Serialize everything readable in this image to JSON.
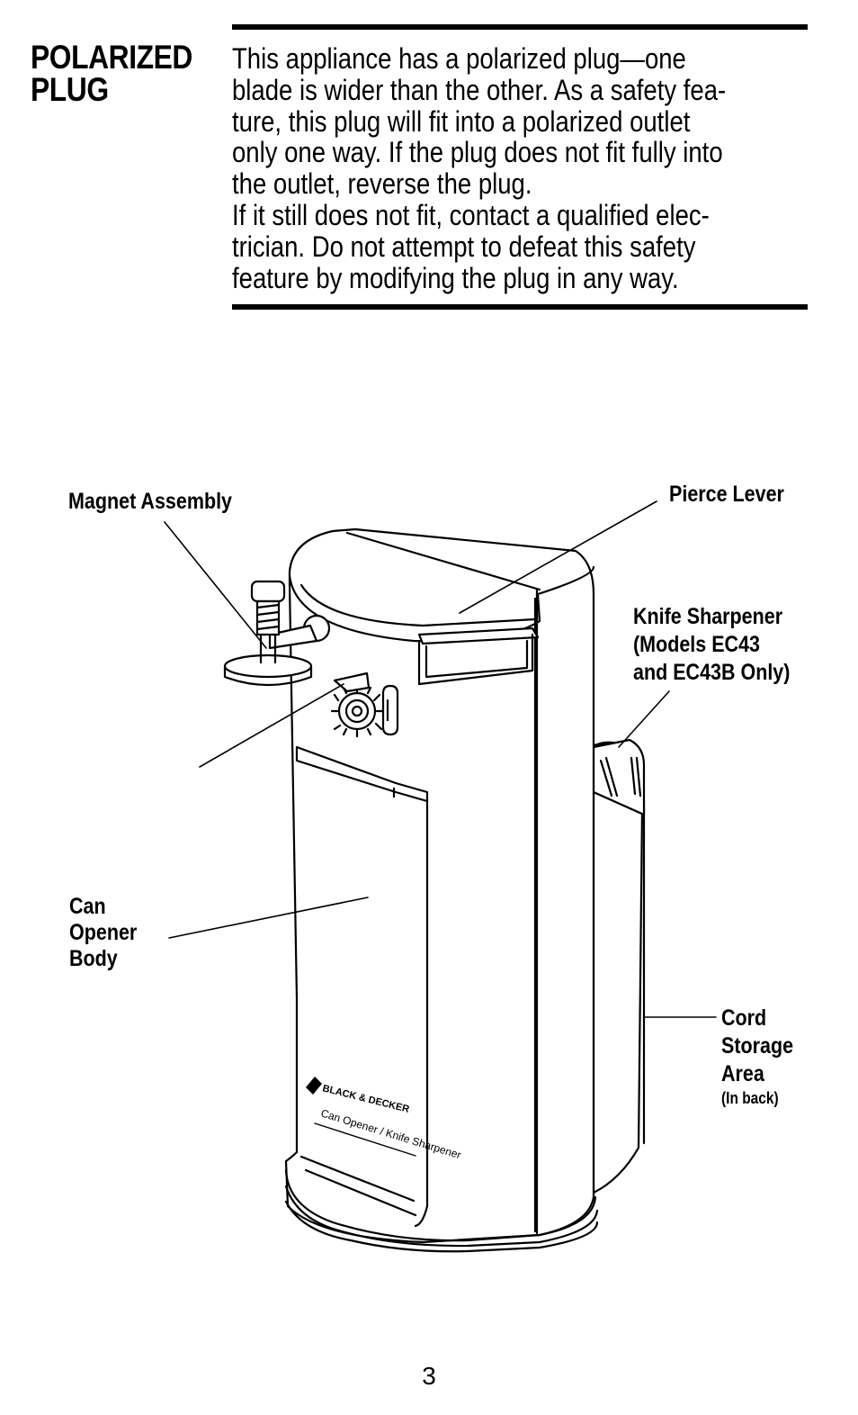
{
  "section": {
    "heading": [
      "POLARIZED",
      "PLUG"
    ],
    "body_lines": [
      "This appliance has a polarized plug—one",
      "blade is wider than the other. As a safety fea-",
      "ture, this plug will fit into a polarized outlet",
      "only one way. If the plug does not fit fully into",
      "the outlet, reverse the plug.",
      "If it still does not fit, contact a qualified elec-",
      "trician. Do not attempt to defeat this safety",
      "feature by modifying the plug in any way."
    ]
  },
  "diagram": {
    "labels": {
      "magnet_assembly": "Magnet Assembly",
      "pierce_lever": "Pierce Lever",
      "knife_sharpener": [
        "Knife Sharpener",
        "(Models EC43",
        "and EC43B Only)"
      ],
      "can_opener_body": [
        "Can",
        "Opener",
        "Body"
      ],
      "cord_storage": [
        "Cord",
        "Storage",
        "Area"
      ],
      "cord_storage_note": "(In back)"
    },
    "brand_text": "BLACK & DECKER",
    "product_text": "Can Opener / Knife Sharpener"
  },
  "page_number": "3"
}
